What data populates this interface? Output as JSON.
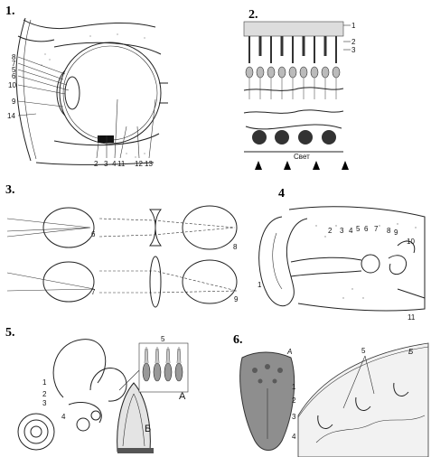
{
  "panels": [
    {
      "number": "1.",
      "labels": [
        "8",
        "7",
        "5",
        "6",
        "10",
        "9",
        "14",
        "2",
        "3",
        "4",
        "11",
        "12",
        "13"
      ]
    },
    {
      "number": "2.",
      "labels": [
        "1",
        "2",
        "3"
      ],
      "light_label": "Свет"
    },
    {
      "number": "3.",
      "labels": [
        "6",
        "7",
        "8",
        "9"
      ]
    },
    {
      "number": "4",
      "labels": [
        "1",
        "2",
        "3",
        "4",
        "5",
        "6",
        "7",
        "8",
        "9",
        "10",
        "11"
      ]
    },
    {
      "number": "5.",
      "labels": [
        "1",
        "2",
        "3",
        "4",
        "5"
      ],
      "inset_a": "А",
      "inset_b": "Б"
    },
    {
      "number": "6.",
      "labels": [
        "1",
        "2",
        "3",
        "4",
        "5"
      ],
      "inset_a": "А",
      "inset_b": "Б"
    }
  ]
}
